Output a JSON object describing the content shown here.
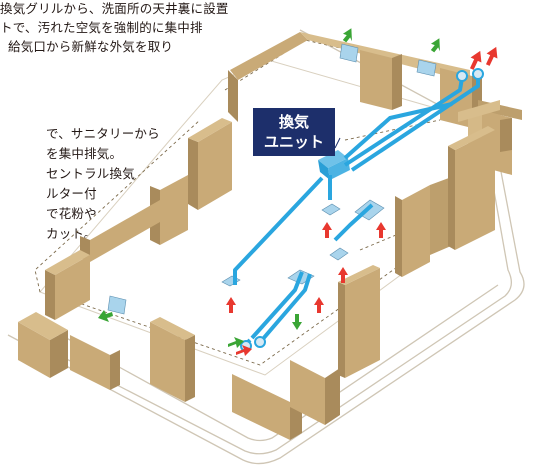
{
  "intro_lines": [
    "換気グリルから、洗面所の天井裏に設置",
    "トで、汚れた空気を強制的に集中排",
    "給気口から新鮮な外気を取り"
  ],
  "side_lines": [
    "で、サニタリーから",
    "を集中排気。",
    "セントラル換気",
    "ルター付",
    "で花粉や",
    "カット。"
  ],
  "unit_label": {
    "line1": "換気",
    "line2": "ユニット"
  },
  "colors": {
    "duct": "#2aa6df",
    "wall": "#c9aa77",
    "wall_side": "#a98b5c",
    "floor": "#ffffff",
    "outline": "#cfc6b5",
    "exhaust_arrow": "#e8382f",
    "supply_arrow": "#3aa535",
    "grille": "#a9d4ec",
    "label_bg": "#1d2f6b"
  }
}
